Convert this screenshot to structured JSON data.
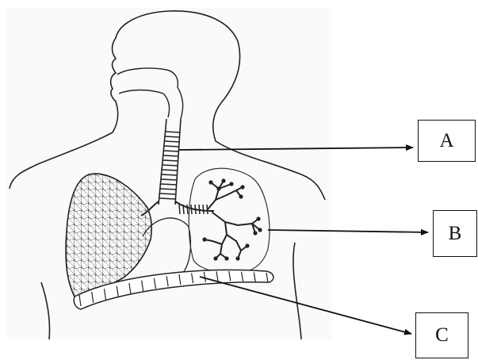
{
  "diagram": {
    "labels": [
      {
        "id": "A",
        "text": "A"
      },
      {
        "id": "B",
        "text": "B"
      },
      {
        "id": "C",
        "text": "C"
      }
    ]
  },
  "colors": {
    "ink": "#222222",
    "pattern": "#555555",
    "background": "#ffffff",
    "scan_bg": "#fafafa"
  }
}
